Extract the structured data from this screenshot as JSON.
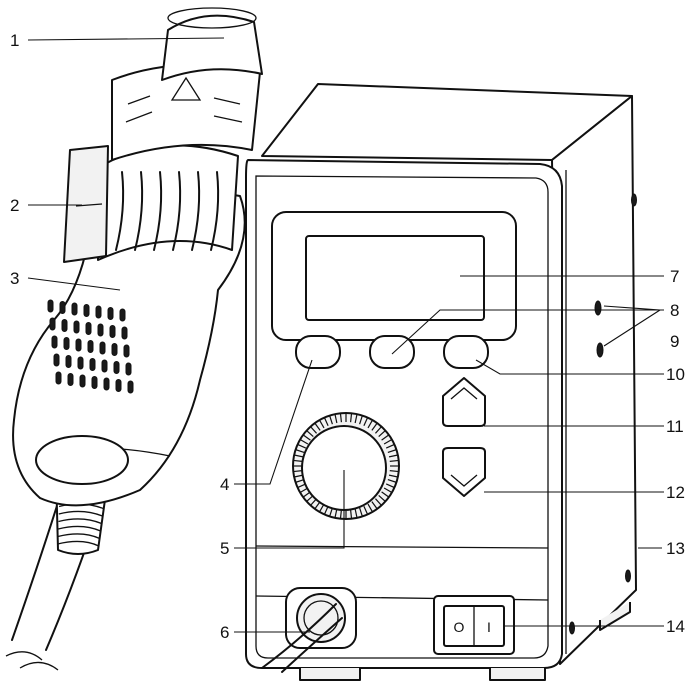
{
  "callouts": [
    {
      "id": "1",
      "label": "1"
    },
    {
      "id": "2",
      "label": "2"
    },
    {
      "id": "3",
      "label": "3"
    },
    {
      "id": "4",
      "label": "4"
    },
    {
      "id": "5",
      "label": "5"
    },
    {
      "id": "6",
      "label": "6"
    },
    {
      "id": "7",
      "label": "7"
    },
    {
      "id": "8",
      "label": "8"
    },
    {
      "id": "9",
      "label": "9"
    },
    {
      "id": "10",
      "label": "10"
    },
    {
      "id": "11",
      "label": "11"
    },
    {
      "id": "12",
      "label": "12"
    },
    {
      "id": "13",
      "label": "13"
    },
    {
      "id": "14",
      "label": "14"
    }
  ],
  "switch": {
    "off_symbol": "O",
    "on_symbol": "I"
  }
}
